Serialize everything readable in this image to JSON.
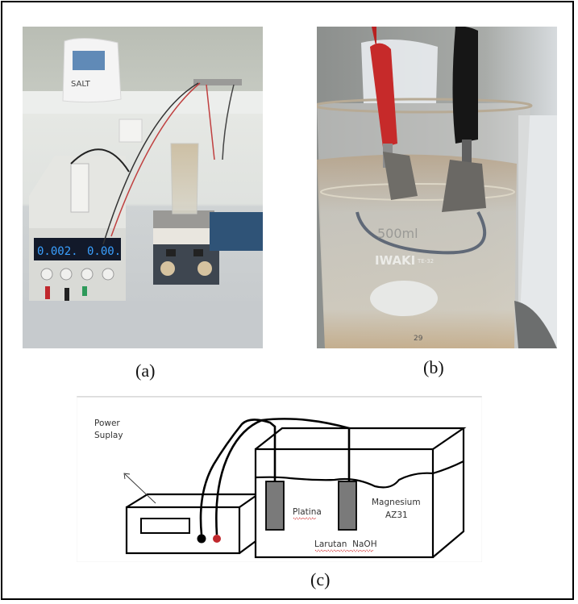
{
  "figure": {
    "panels": [
      {
        "id": "a",
        "caption": "(a)",
        "type": "photo",
        "description": "Laboratory setup: DC power supply connected by red and black leads to electrodes in a glass beaker on a magnetic stirrer hot plate",
        "power_supply_display": {
          "left_readout": "0.002.",
          "right_readout": "0.00."
        }
      },
      {
        "id": "b",
        "caption": "(b)",
        "type": "photo",
        "description": "Close-up of red and black alligator clips holding two metal plate electrodes immersed in solution inside a glass beaker",
        "beaker_marking": "500ml",
        "beaker_brand": "IWAKI",
        "beaker_code": "TE-32",
        "beaker_number": "29"
      },
      {
        "id": "c",
        "caption": "(c)",
        "type": "diagram",
        "labels": {
          "power_supply": [
            "Power",
            "Suplay"
          ],
          "electrode_1": "Platina",
          "electrode_2": [
            "Magnesium",
            "AZ31"
          ],
          "solution": "Larutan  NaOH"
        },
        "terminal_colors": {
          "negative": "#000000",
          "positive": "#c0282d"
        },
        "electrode_color": "#7a7a7a"
      }
    ]
  }
}
